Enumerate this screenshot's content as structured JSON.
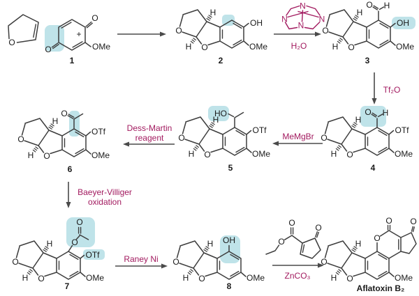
{
  "colors": {
    "bond": "#3d3d3d",
    "atom": "#1a1a1a",
    "reagent": "#a21a5f",
    "highlight": "#bfe3e9",
    "arrow": "#4a4a4a"
  },
  "atoms": {
    "o": "O",
    "h": "H",
    "n": "N",
    "plus": "+",
    "ome": "OMe",
    "oh": "OH",
    "ho": "HO",
    "otf": "OTf"
  },
  "compounds": {
    "c1": "1",
    "c2": "2",
    "c3": "3",
    "c4": "4",
    "c5": "5",
    "c6": "6",
    "c7": "7",
    "c8": "8",
    "aflatoxin": "Aflatoxin B₂"
  },
  "reagents": {
    "water": "H₂O",
    "tf2o": "Tf₂O",
    "memgbr": "MeMgBr",
    "dm1": "Dess-Martin",
    "dm2": "reagent",
    "bv1": "Baeyer-Villiger",
    "bv2": "oxidation",
    "raney": "Raney Ni",
    "zn": "ZnCO₃"
  }
}
